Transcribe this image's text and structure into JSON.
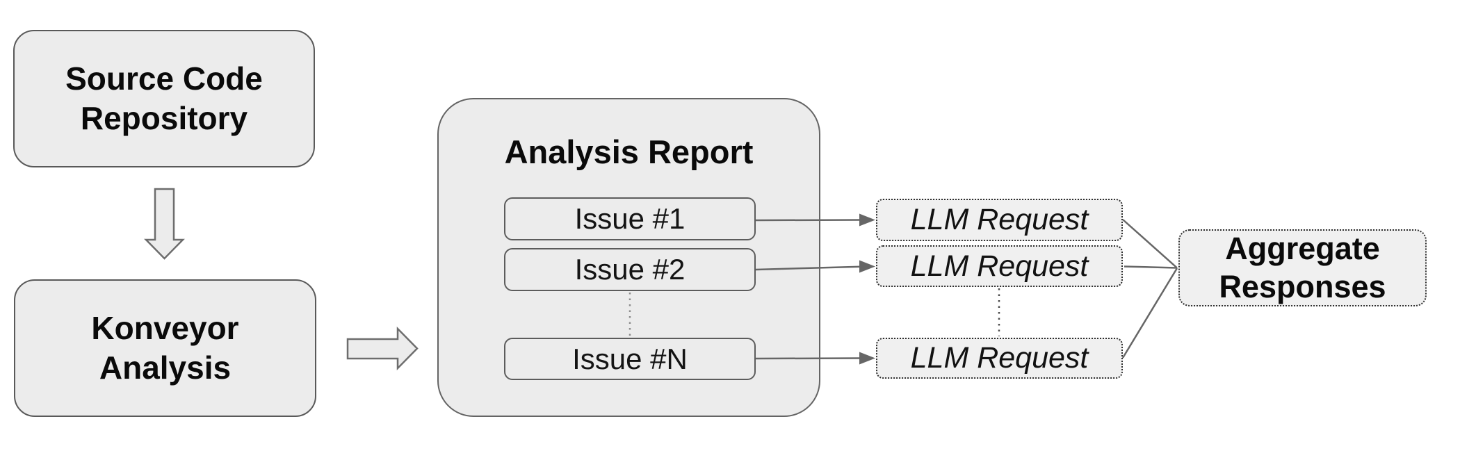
{
  "diagram": {
    "source_box": {
      "label": "Source Code\nRepository"
    },
    "konveyor_box": {
      "label": "Konveyor\nAnalysis"
    },
    "analysis_report": {
      "title": "Analysis Report",
      "issues": [
        {
          "label": "Issue #1"
        },
        {
          "label": "Issue #2"
        },
        {
          "label": "Issue #N"
        }
      ]
    },
    "llm_requests": [
      {
        "label": "LLM Request"
      },
      {
        "label": "LLM Request"
      },
      {
        "label": "LLM Request"
      }
    ],
    "aggregate_box": {
      "label": "Aggregate\nResponses"
    },
    "colors": {
      "background": "#ffffff",
      "node_fill": "#ececec",
      "node_border": "#595959",
      "dotted_fill": "#f0f0f0",
      "dotted_border": "#2e2e2e",
      "connector": "#666666",
      "block_arrow_fill": "#ececec",
      "block_arrow_border": "#6d6d6d",
      "text": "#0a0a0a"
    }
  }
}
